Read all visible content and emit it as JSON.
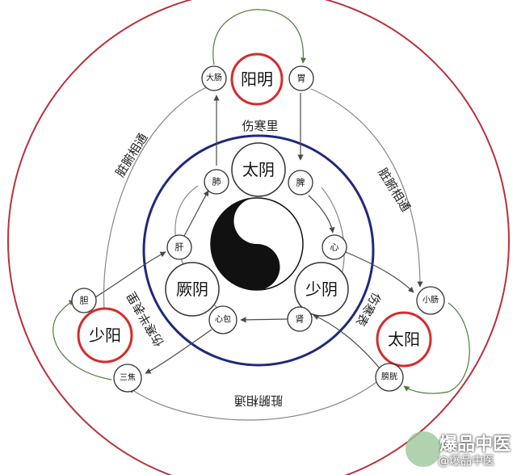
{
  "center": {
    "symbol": "yin-yang-icon",
    "inner_label": "伤寒里",
    "yin_nodes": [
      {
        "id": "taiyin",
        "label": "太阴"
      },
      {
        "id": "shaoyin",
        "label": "少阴"
      },
      {
        "id": "jueyin",
        "label": "厥阴"
      }
    ],
    "organs": [
      {
        "id": "fei",
        "label": "肺"
      },
      {
        "id": "pi",
        "label": "脾"
      },
      {
        "id": "xin",
        "label": "心"
      },
      {
        "id": "shen",
        "label": "肾"
      },
      {
        "id": "xinbao",
        "label": "心包"
      },
      {
        "id": "gan",
        "label": "肝"
      }
    ]
  },
  "yang_nodes": [
    {
      "id": "yangming",
      "label": "阳明",
      "organs": [
        {
          "id": "dachang",
          "label": "大肠"
        },
        {
          "id": "wei",
          "label": "胃"
        }
      ]
    },
    {
      "id": "taiyang",
      "label": "太阳",
      "organs": [
        {
          "id": "xiaochang",
          "label": "小肠"
        },
        {
          "id": "pangguang",
          "label": "膀胱"
        }
      ]
    },
    {
      "id": "shaoyang",
      "label": "少阳",
      "organs": [
        {
          "id": "dan",
          "label": "胆"
        },
        {
          "id": "sanjiao",
          "label": "三焦"
        }
      ]
    }
  ],
  "side_labels": {
    "zangfu_left": "脏腑相通",
    "zangfu_right": "脏腑相通",
    "zangfu_bottom": "脏腑相通",
    "shanghan_biao": "伤寒表",
    "shanghan_banbiaoli": "伤寒半表里"
  },
  "watermark": {
    "title": "爆品中医",
    "subtitle": "@爆品中医"
  },
  "colors": {
    "outer_ring": "#b8323a",
    "inner_ring": "#1f2a7a",
    "yang_ring": "#d62b2b",
    "node_ring": "#333333",
    "arrow": "#4a4a4a",
    "accent_arrow": "#4d7d3a"
  }
}
